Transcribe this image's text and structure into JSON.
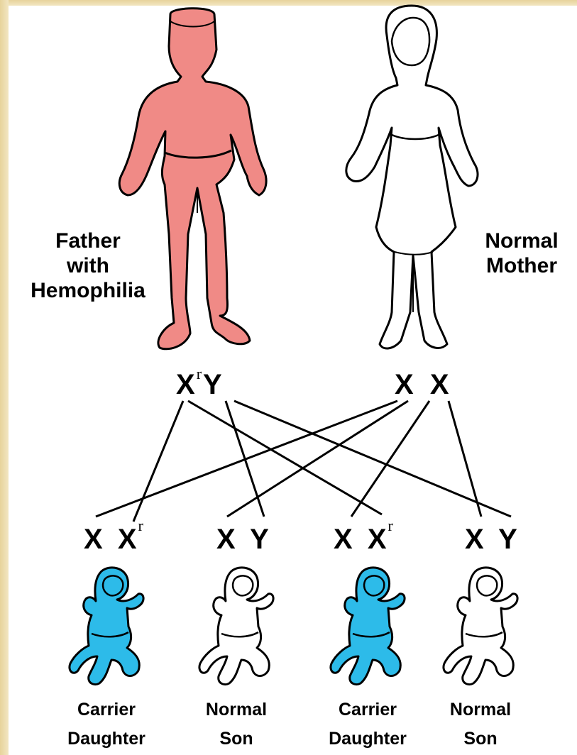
{
  "colors": {
    "background": "#efe1b5",
    "affected_father": "#f08a86",
    "carrier_child": "#2dbbe9",
    "normal": "#ffffff",
    "line": "#000000"
  },
  "parents": {
    "father": {
      "line1": "Father",
      "line2": "with",
      "line3": "Hemophilia",
      "fill": "affected",
      "icon": "male-figure-icon"
    },
    "mother": {
      "line1": "Normal",
      "line2": "Mother",
      "fill": "normal",
      "icon": "female-figure-icon"
    }
  },
  "genotypes": {
    "father": {
      "a": "X",
      "a_sup": "r",
      "b": "Y"
    },
    "mother": {
      "a": "X",
      "b": "X"
    }
  },
  "children": [
    {
      "a": "X",
      "b": "X",
      "sup": "r",
      "line1": "Carrier",
      "line2": "Daughter",
      "fill": "carrier",
      "icon": "baby-icon"
    },
    {
      "a": "X",
      "b": "Y",
      "sup": "",
      "line1": "Normal",
      "line2": "Son",
      "fill": "normal",
      "icon": "baby-icon"
    },
    {
      "a": "X",
      "b": "X",
      "sup": "r",
      "line1": "Carrier",
      "line2": "Daughter",
      "fill": "carrier",
      "icon": "baby-icon"
    },
    {
      "a": "X",
      "b": "Y",
      "sup": "",
      "line1": "Normal",
      "line2": "Son",
      "fill": "normal",
      "icon": "baby-icon"
    }
  ]
}
